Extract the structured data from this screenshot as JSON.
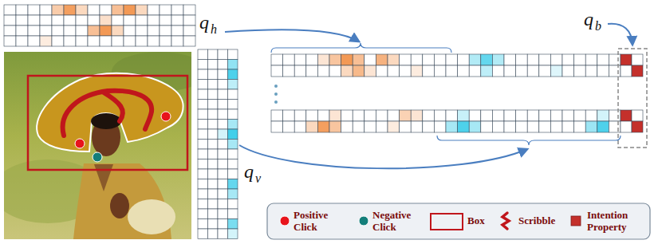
{
  "diagram": {
    "labels": [
      "q",
      "h",
      "q",
      "b",
      "q",
      "v"
    ],
    "legend": [
      {
        "text": "Positive Click",
        "color": "#e8141c"
      },
      {
        "text": "Negative Click",
        "color": "#137e7a"
      },
      {
        "text": "Box"
      },
      {
        "text": "Scribble"
      },
      {
        "text": "Intention Property",
        "color": "#c4302b"
      }
    ]
  }
}
